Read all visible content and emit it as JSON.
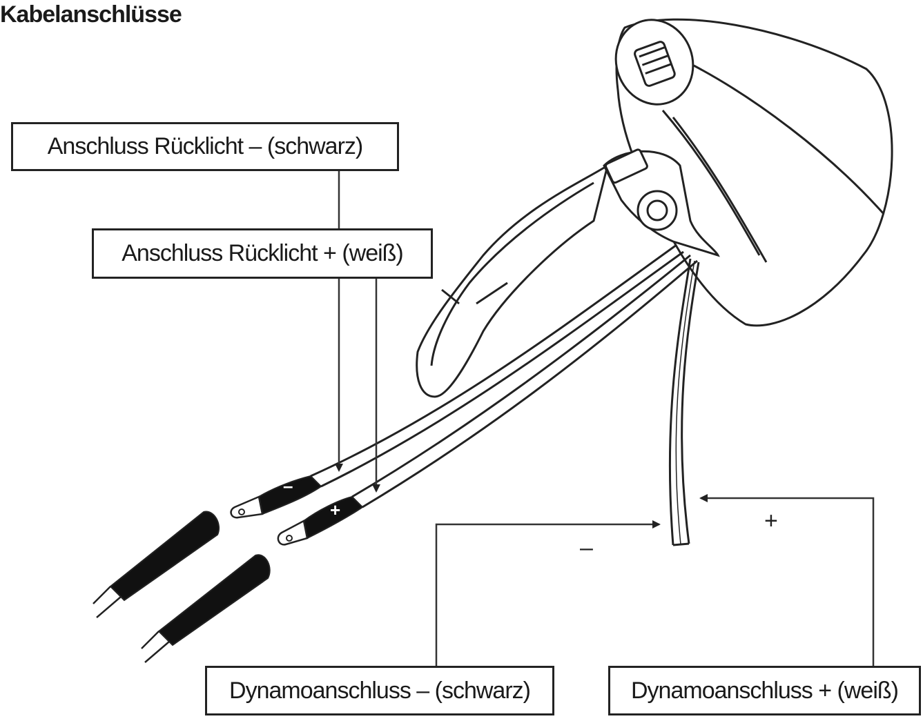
{
  "title": "Kabelanschlüsse",
  "labels": {
    "tail_minus": "Anschluss Rücklicht – (schwarz)",
    "tail_plus": "Anschluss Rücklicht + (weiß)",
    "dynamo_minus": "Dynamoanschluss – (schwarz)",
    "dynamo_plus": "Dynamoanschluss + (weiß)"
  },
  "signs": {
    "minus": "–",
    "plus": "+"
  },
  "colors": {
    "line": "#222222",
    "background": "#ffffff"
  }
}
